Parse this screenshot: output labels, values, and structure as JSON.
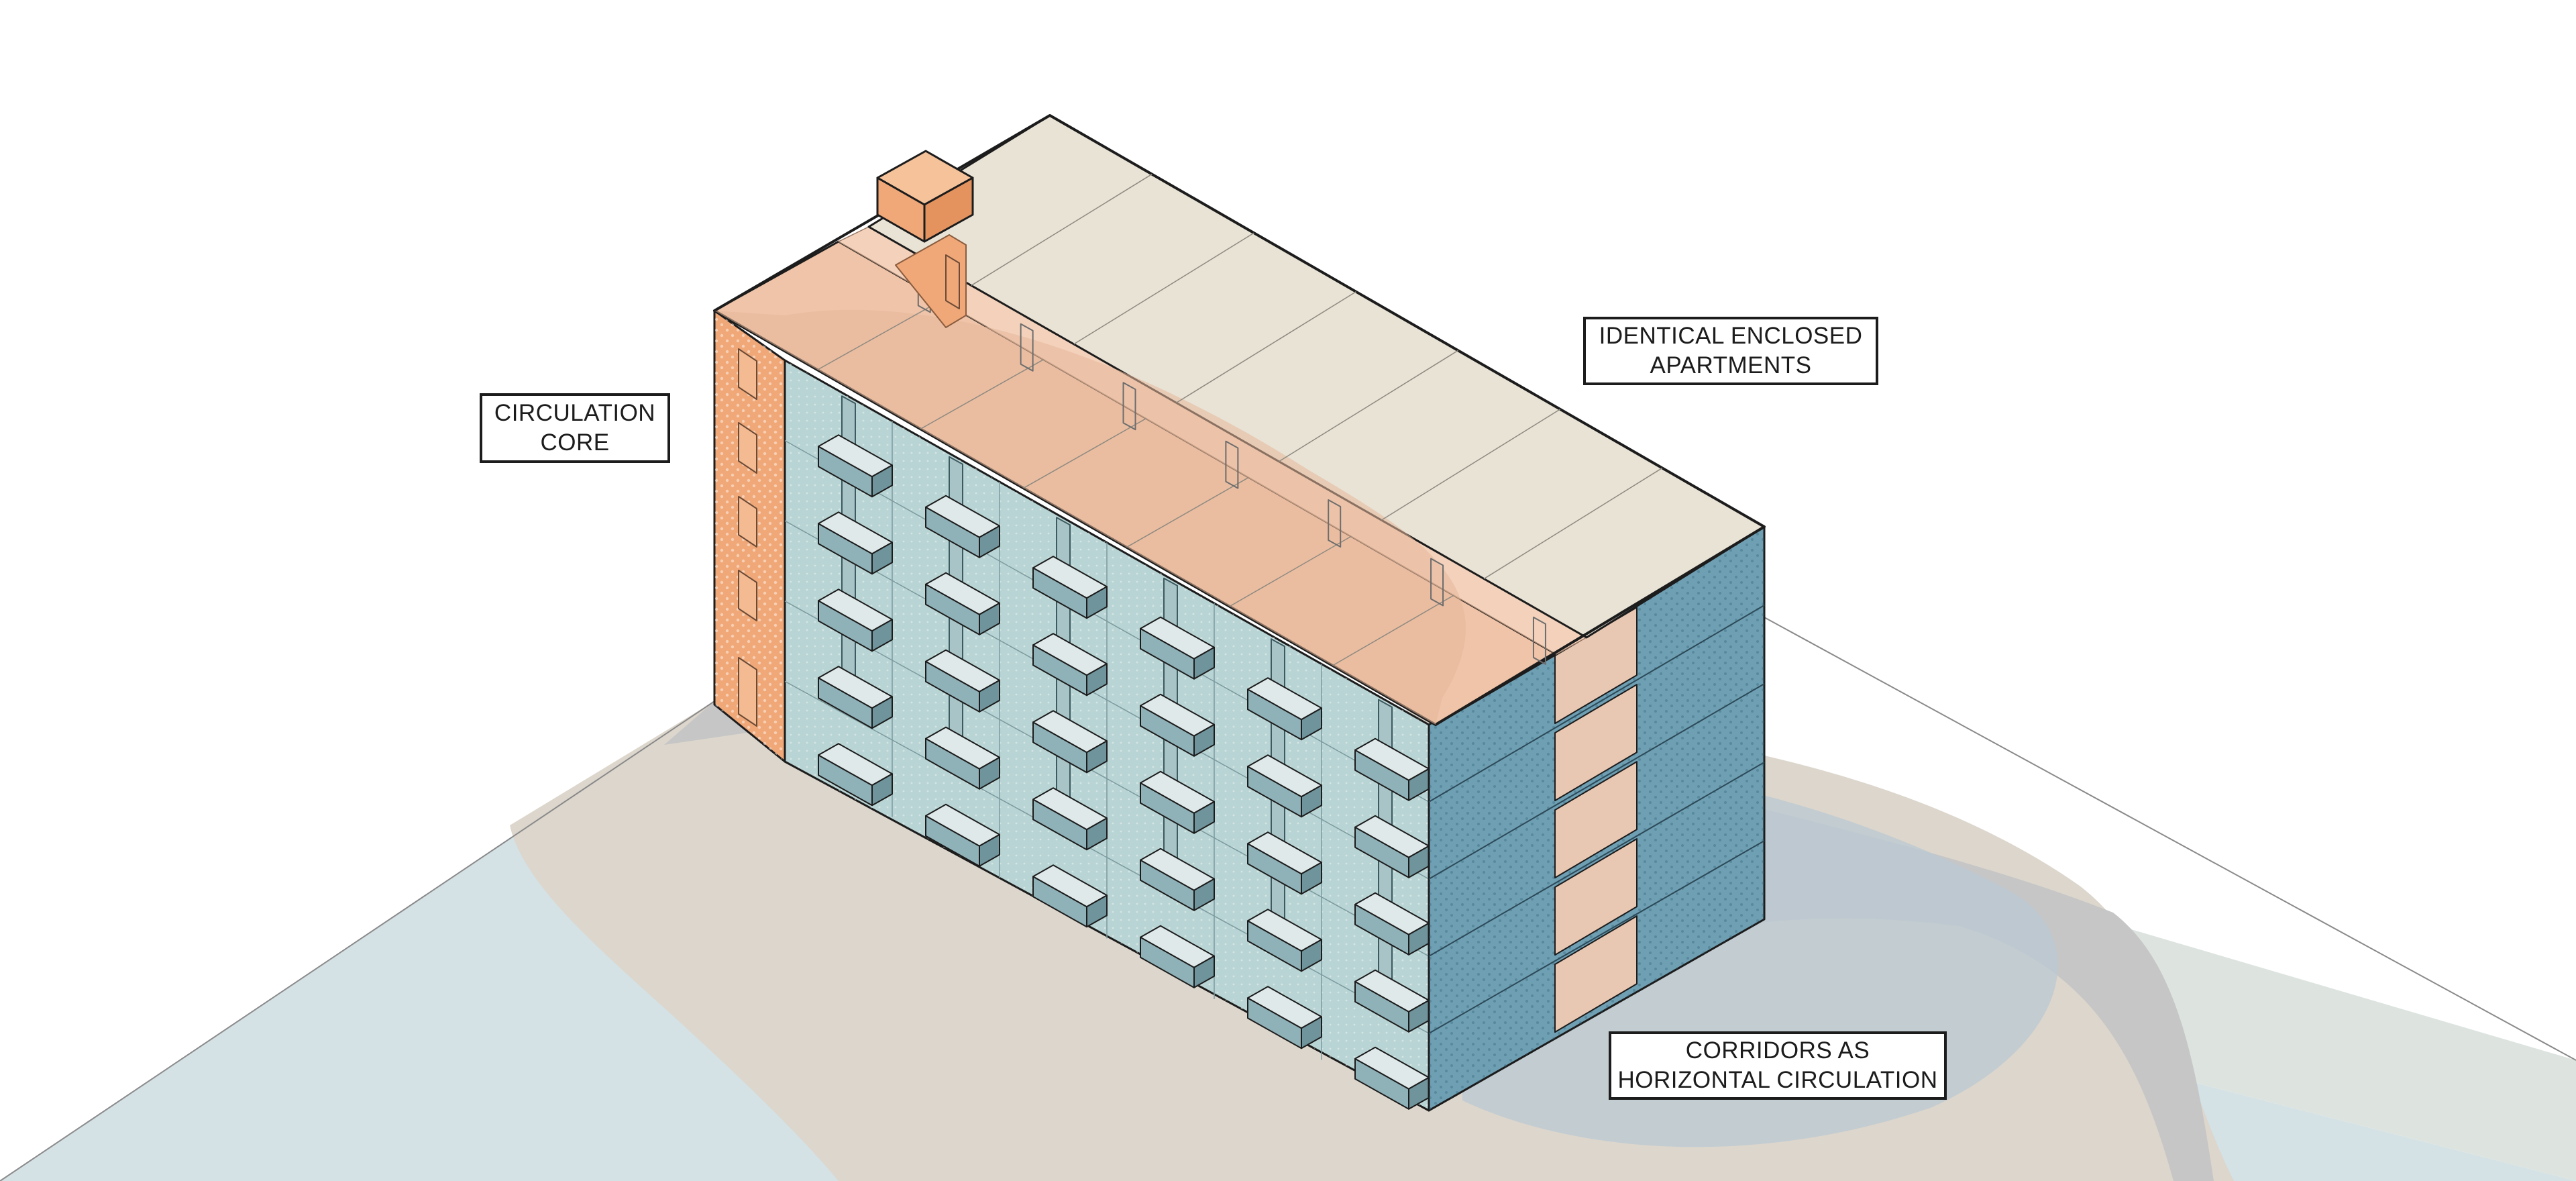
{
  "callouts": {
    "circulation_core": {
      "line1": "CIRCULATION",
      "line2": "CORE"
    },
    "apartments": {
      "line1": "IDENTICAL ENCLOSED",
      "line2": "APARTMENTS"
    },
    "corridors": {
      "line1": "CORRIDORS AS",
      "line2": "HORIZONTAL CIRCULATION"
    }
  },
  "building": {
    "floors": 5,
    "balcony_columns": 6,
    "apartment_modules_per_floor": 7
  },
  "colors": {
    "circulation_core": "#f0a878",
    "apartments_facade": "#b9d4d4",
    "corridor_end_facade": "#6f9fb3",
    "roof": "#e9e3d6",
    "corridor": "#efc7ad",
    "ground_blue": "#d4e1e5",
    "ground_sand": "#dcd6cc",
    "ground_shadow": "#c6c6c6",
    "outline": "#1c1c1c"
  }
}
